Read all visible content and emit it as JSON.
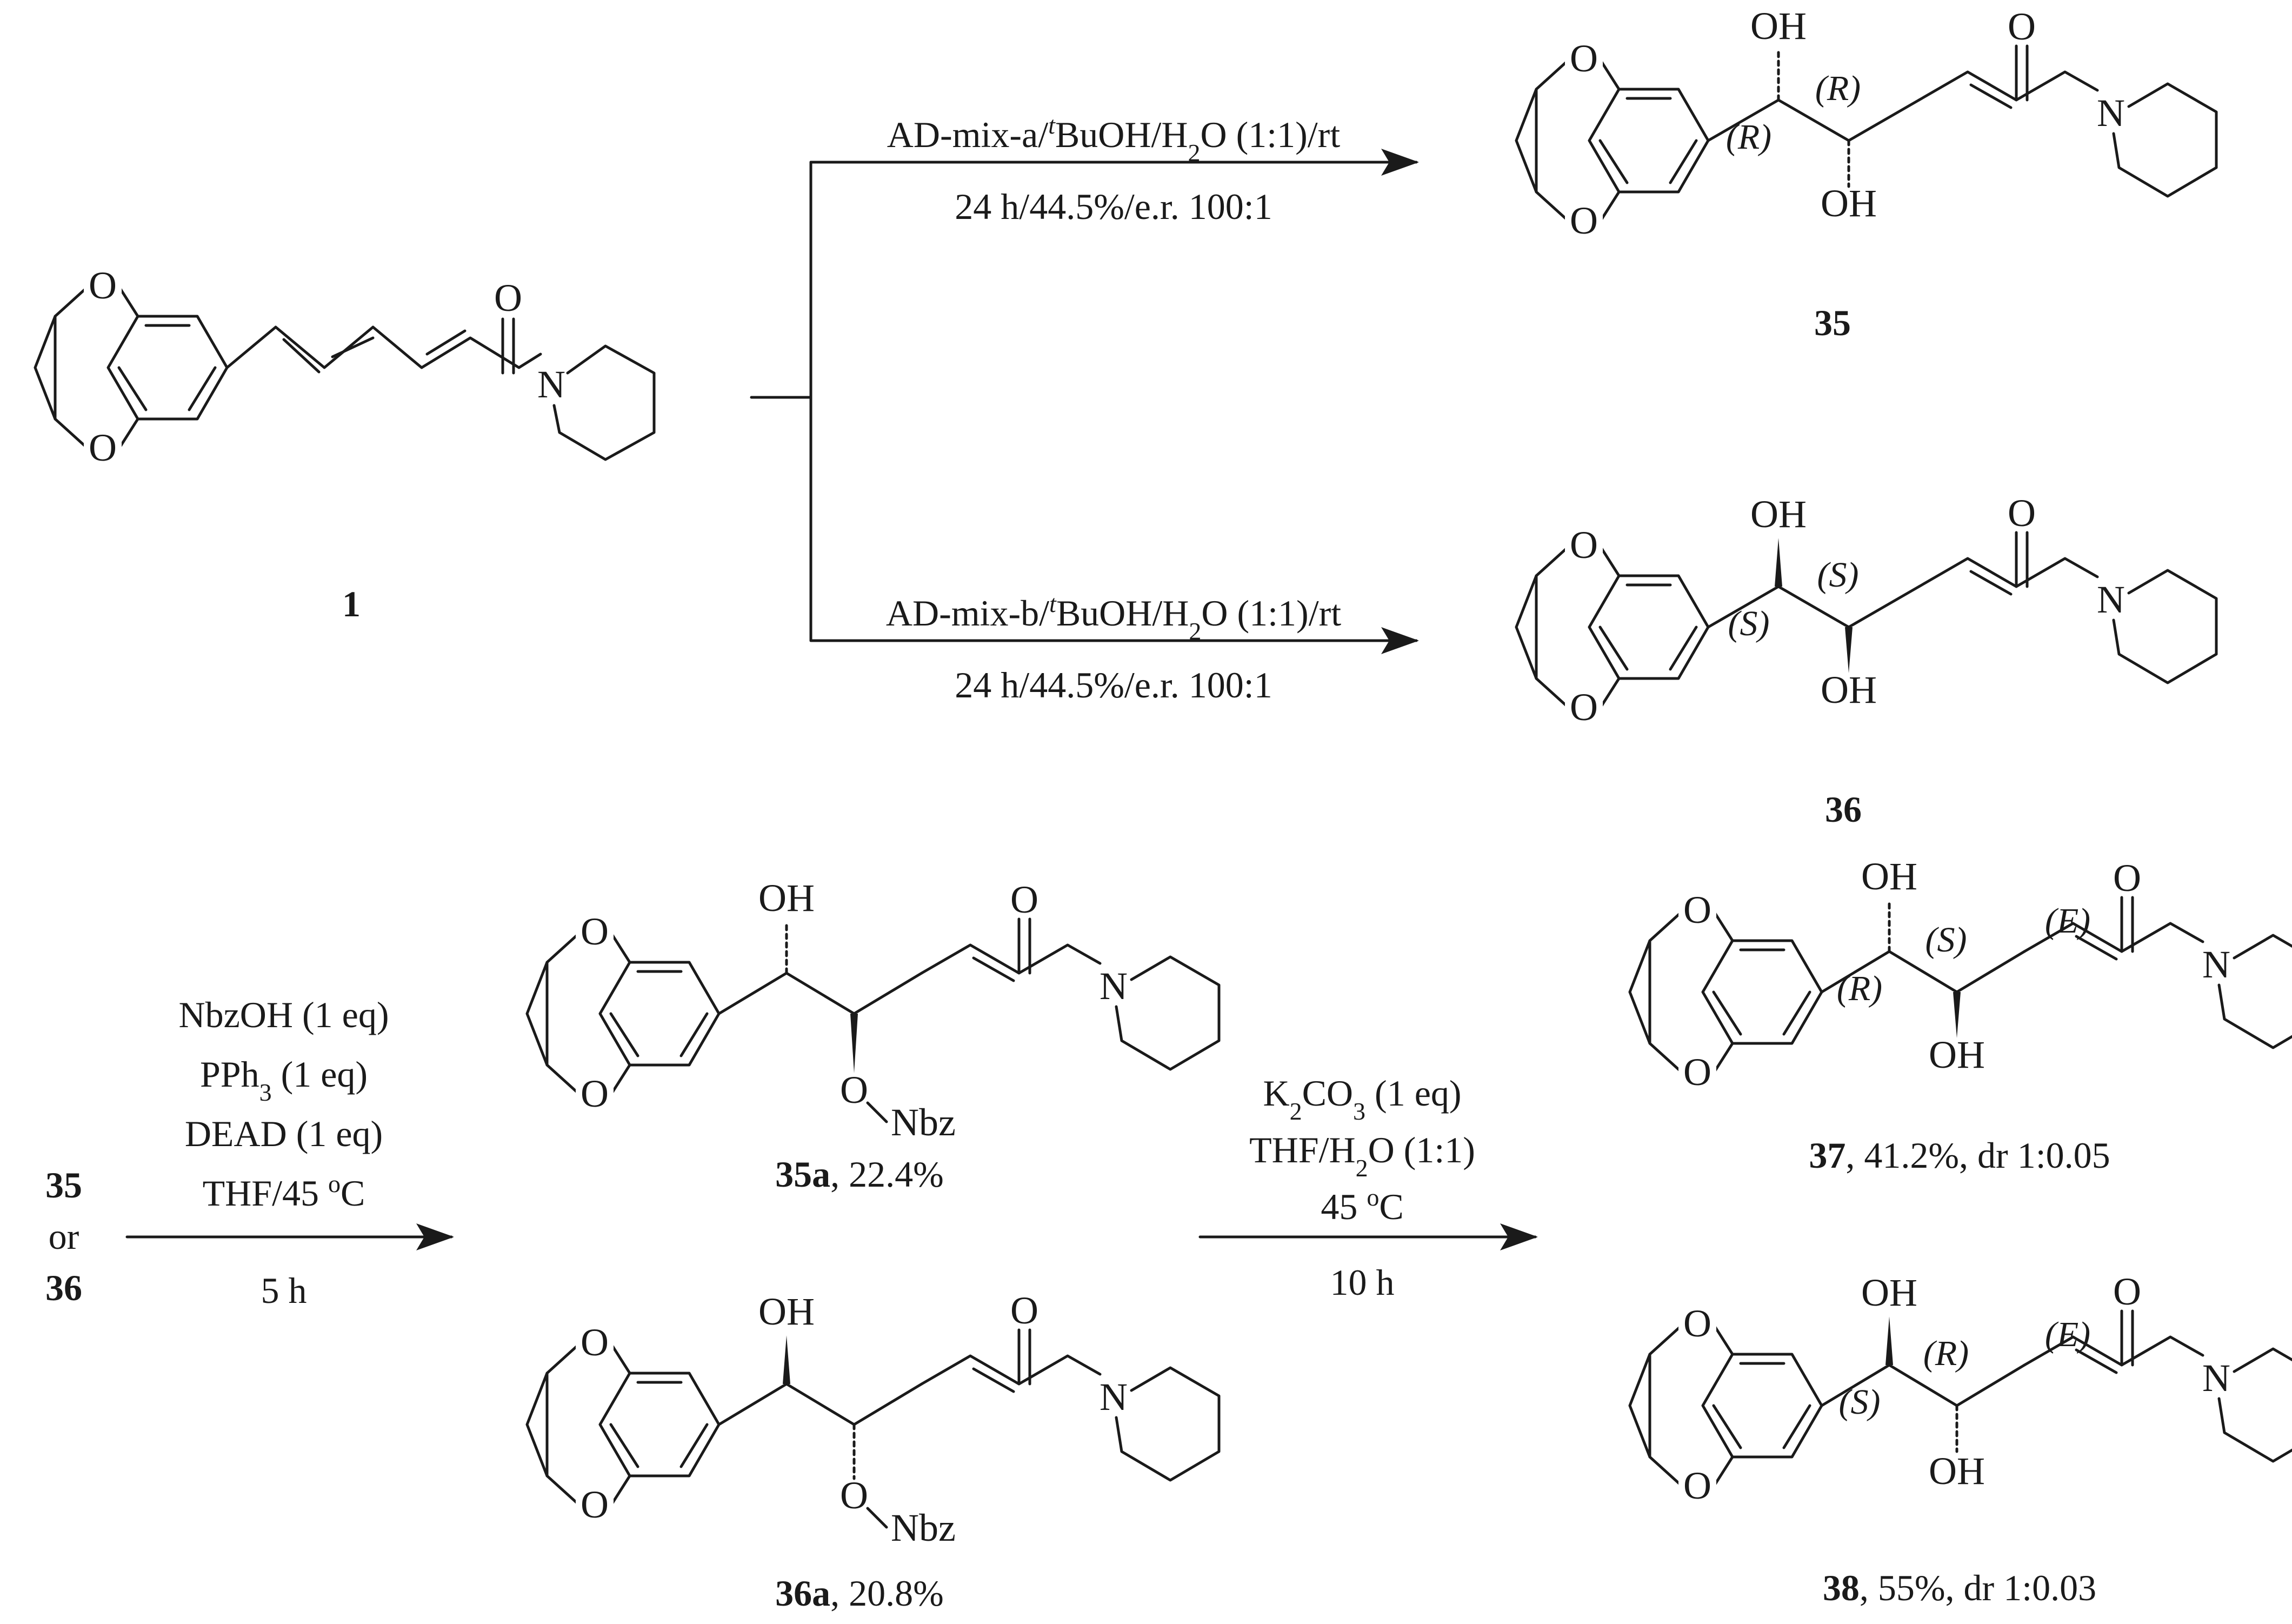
{
  "compounds": {
    "c1": {
      "label": "1"
    },
    "c35": {
      "label": "35"
    },
    "c36": {
      "label": "36"
    },
    "c35a": {
      "label": "35a",
      "yield": ", 22.4%"
    },
    "c36a": {
      "label": "36a",
      "yield": ", 20.8%"
    },
    "c37": {
      "label": "37",
      "yield": ", 41.2%, dr 1:0.05"
    },
    "c38": {
      "label": "38",
      "yield": ", 55%, dr 1:0.03"
    }
  },
  "reactions": {
    "r1": {
      "line1_pre": "AD-mix-a/",
      "line1_sup": "t",
      "line1_post": "BuOH/H",
      "line1_sub": "2",
      "line1_end": "O (1:1)/rt",
      "line2": "24 h/44.5%/e.r. 100:1"
    },
    "r2": {
      "line1_pre": "AD-mix-b/",
      "line1_sup": "t",
      "line1_post": "BuOH/H",
      "line1_sub": "2",
      "line1_end": "O (1:1)/rt",
      "line2": "24 h/44.5%/e.r. 100:1"
    },
    "r3": {
      "line1": "NbzOH (1 eq)",
      "line2_pre": "PPh",
      "line2_sub": "3",
      "line2_post": " (1 eq)",
      "line3": "DEAD (1 eq)",
      "line4_pre": "THF/45 ",
      "line4_sup": "o",
      "line4_post": "C",
      "line5": "5 h"
    },
    "r4": {
      "line1_pre": "K",
      "line1_sub": "2",
      "line1_mid": "CO",
      "line1_sub2": "3",
      "line1_post": " (1 eq)",
      "line2_pre": "THF/H",
      "line2_sub": "2",
      "line2_post": "O (1:1)",
      "line3_pre": "45 ",
      "line3_sup": "o",
      "line3_post": "C",
      "line4": "10 h"
    }
  },
  "start_materials": {
    "top": "35",
    "or": "or",
    "bottom": "36"
  },
  "atoms": {
    "O": "O",
    "N": "N",
    "OH": "OH",
    "Nbz": "Nbz"
  },
  "configs": {
    "R": "(R)",
    "S": "(S)",
    "E": "(E)"
  }
}
